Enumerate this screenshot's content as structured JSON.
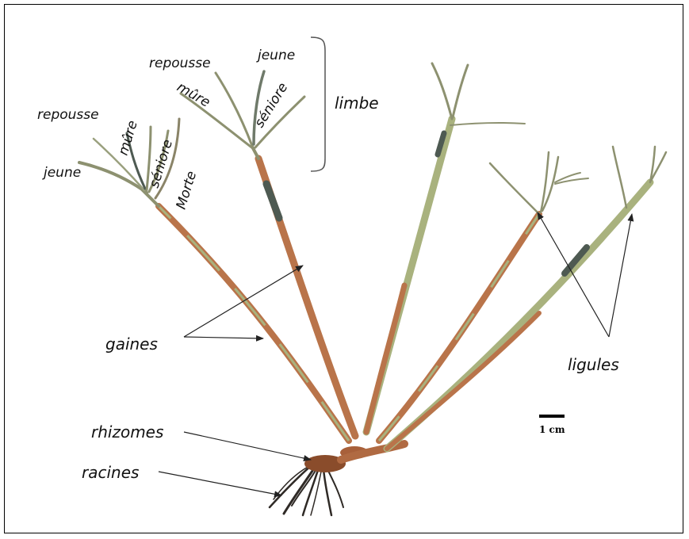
{
  "labels": {
    "jeune_left": "jeune",
    "repousse_left": "repousse",
    "mure_left": "mûre",
    "seniore_left": "séniore",
    "morte": "Morte",
    "repousse_top": "repousse",
    "jeune_top": "jeune",
    "mure_top": "mûre",
    "seniore_top": "séniore",
    "limbe": "limbe",
    "gaines": "gaines",
    "ligules": "ligules",
    "rhizomes": "rhizomes",
    "racines": "racines",
    "scale": "1 cm"
  },
  "colors": {
    "sheath": "#b9744a",
    "sheath_green": "#a9b27e",
    "blade": "#8d9170",
    "dark_mark": "#4e5a52",
    "root": "#2f2a26",
    "arrow": "#222222"
  }
}
